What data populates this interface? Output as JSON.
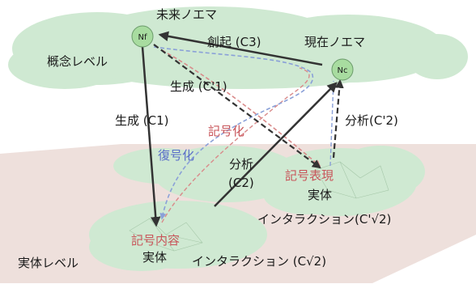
{
  "levels": {
    "concept": "概念レベル",
    "entity": "実体レベル"
  },
  "nodes": {
    "nf": {
      "label": "Nf",
      "title": "未来ノエマ"
    },
    "nc": {
      "label": "Nc",
      "title": "現在ノエマ"
    }
  },
  "arrows": {
    "c3": "創起 (C3)",
    "c1": "生成 (C1)",
    "c1p": "生成 (C'1)",
    "c2p": "分析(C'2)",
    "c2_line1": "分析",
    "c2_line2": "(C2)"
  },
  "annotations": {
    "encode": "記号化",
    "decode": "復号化",
    "sign_expression": "記号表現",
    "sign_content": "記号内容"
  },
  "entities": {
    "right_entity": "実体",
    "right_interaction": "インタラクション(C'√2)",
    "left_entity": "実体",
    "left_interaction": "インタラクション (C√2)"
  },
  "colors": {
    "cloud_green": "#cfe9d2",
    "plane_pink": "#ebdad6",
    "node_fill": "#a8dca0",
    "arrow_dark": "#333333",
    "dashed_red": "#d98a8a",
    "dashed_blue": "#8aa0d8",
    "label_red": "#c8555a",
    "label_blue": "#5a6ec8"
  }
}
